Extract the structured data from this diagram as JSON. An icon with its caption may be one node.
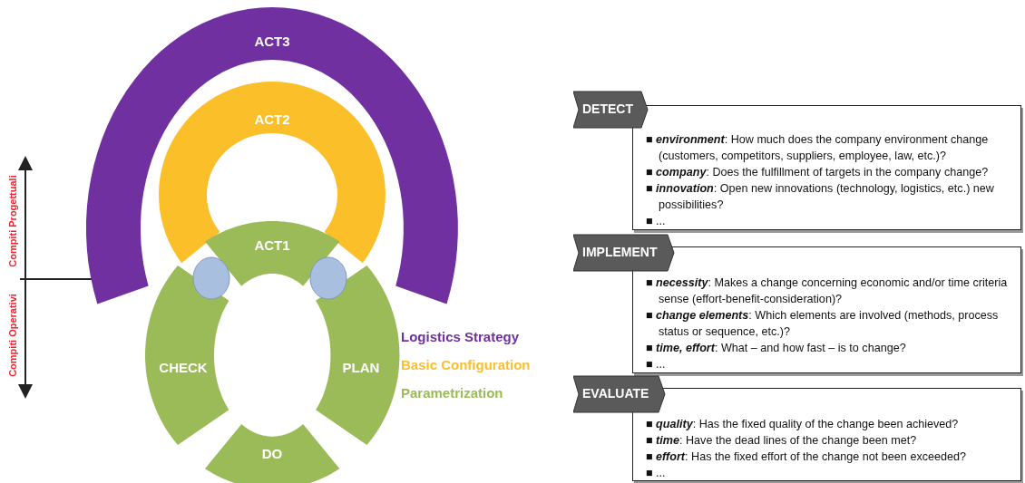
{
  "diagram": {
    "nodes": [
      {
        "text": [
          "ACT3"
        ]
      },
      {
        "text": [
          "ACT2"
        ]
      },
      {
        "text": [
          "ACT1"
        ]
      },
      {
        "text": [
          "CHECK"
        ]
      },
      {
        "text": [
          "PLAN"
        ]
      },
      {
        "text": [
          "DO"
        ]
      },
      {
        "text": [],
        "shape": "circle"
      },
      {
        "text": [],
        "shape": "circle"
      },
      {
        "text": [
          "DETECT",
          "■ **environment**: How much does the company environment change (customers, competitors, suppliers, employee, law, etc.)?",
          "■ **company**: Does the fulfillment of targets in the company change?",
          "■ **innovation**: Open new innovations (technology, logistics, etc.) new possibilities?",
          "■ ..."
        ]
      },
      {
        "text": [
          "IMPLEMENT",
          "■ **necessity**: Makes a change concerning economic and/or time criteria sense (effort-benefit-consideration)?",
          "■ **change elements**: Which elements are involved (methods, process status or sequence, etc.)?",
          "■ **time, effort**: What – and how fast – is to change?",
          "■ ..."
        ]
      },
      {
        "text": [
          "EVALUATE",
          "■ **quality**: Has the fixed quality of the change been achieved?",
          "■ **time**: Have the dead lines of the change been met?",
          "■ **effort**: Has the fixed effort of the change not been exceeded?",
          "■ ..."
        ]
      }
    ],
    "edges": [],
    "labels": [
      "Compiti Progettuali",
      "Compiti Operativi"
    ],
    "legend": [
      {
        "text": "Logistics Strategy",
        "color": "#7030a0"
      },
      {
        "text": "Basic Configuration",
        "color": "#fbbf2a"
      },
      {
        "text": "Parametrization",
        "color": "#9bbb59"
      }
    ]
  }
}
